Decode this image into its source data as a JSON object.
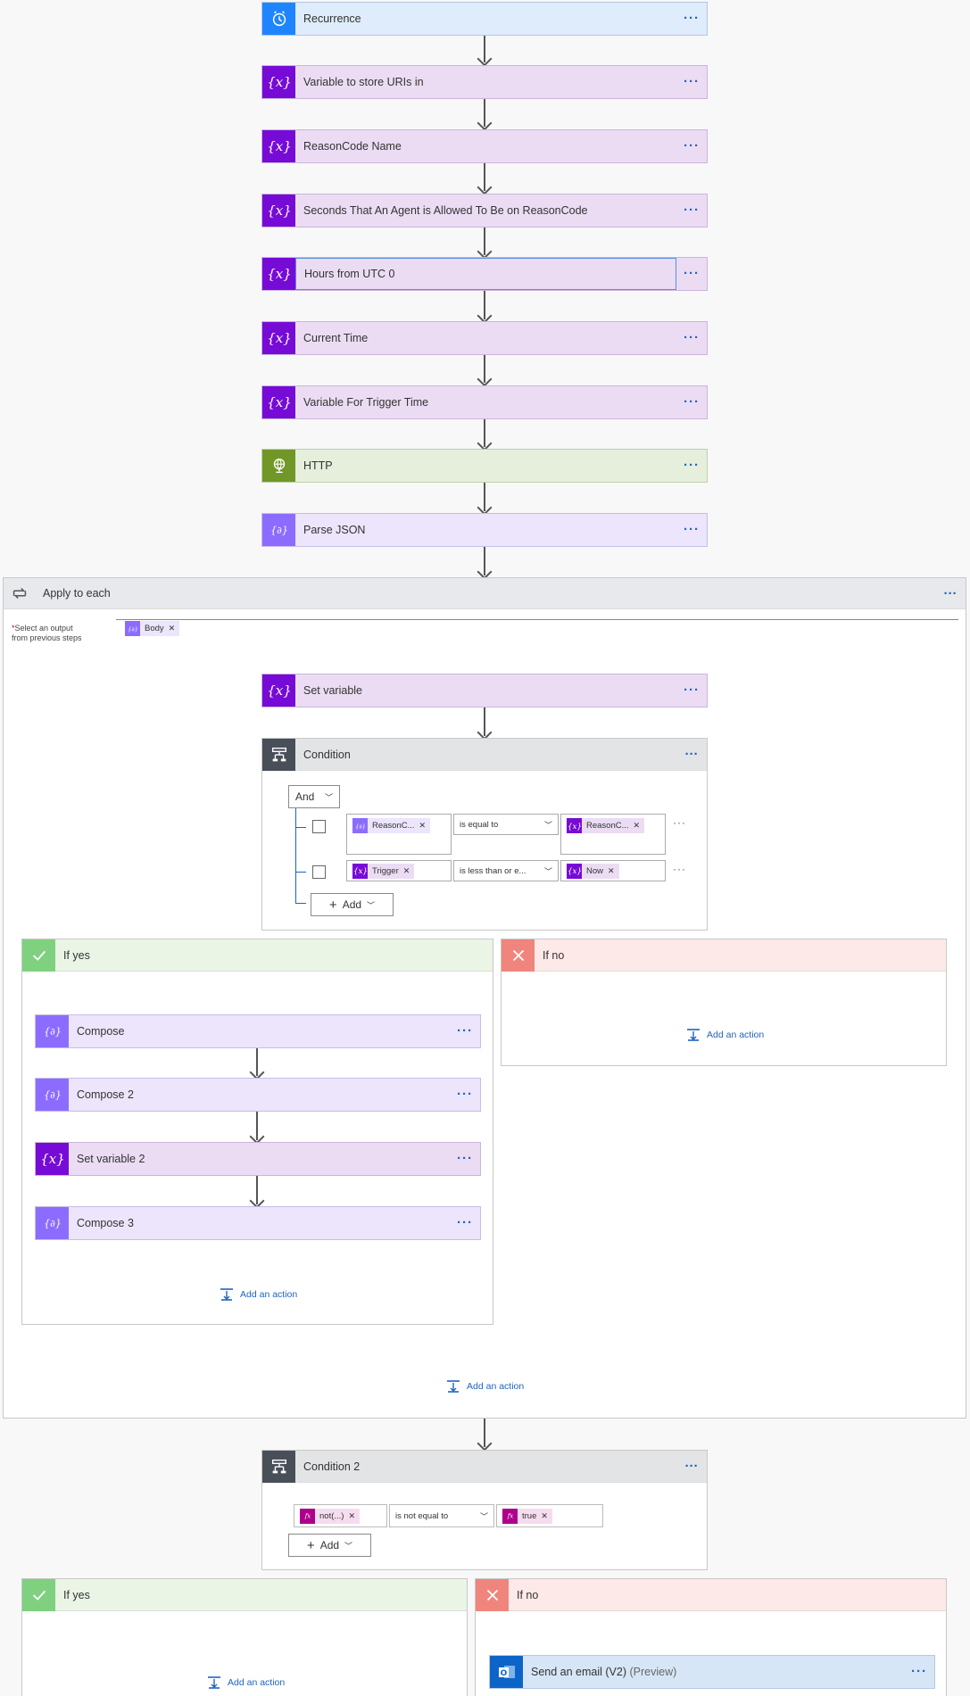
{
  "flow": {
    "steps": [
      {
        "title": "Recurrence",
        "icon": "alarm-clock-icon",
        "kind": "blue"
      },
      {
        "title": "Variable to store URIs in",
        "icon": "variable-icon",
        "kind": "var"
      },
      {
        "title": "ReasonCode Name",
        "icon": "variable-icon",
        "kind": "var"
      },
      {
        "title": "Seconds That An Agent is Allowed To Be on ReasonCode",
        "icon": "variable-icon",
        "kind": "var"
      },
      {
        "title": "Hours from UTC 0",
        "icon": "variable-icon",
        "kind": "var"
      },
      {
        "title": "Current Time",
        "icon": "variable-icon",
        "kind": "var"
      },
      {
        "title": "Variable For Trigger Time",
        "icon": "variable-icon",
        "kind": "var"
      },
      {
        "title": "HTTP",
        "icon": "globe-icon",
        "kind": "green"
      },
      {
        "title": "Parse JSON",
        "icon": "data-operation-icon",
        "kind": "cmp"
      }
    ],
    "more_label": "···"
  },
  "apply_to_each": {
    "title": "Apply to each",
    "select_label_required": "*",
    "select_label_line1": "Select an output",
    "select_label_line2": "from previous steps",
    "token": "Body",
    "set_variable": "Set variable",
    "add_action": "Add an action",
    "condition": {
      "title": "Condition",
      "operator": "And",
      "rows": [
        {
          "left": "ReasonC...",
          "op": "is equal to",
          "right": "ReasonC..."
        },
        {
          "left": "Trigger",
          "op": "is less than or e...",
          "right": "Now"
        }
      ],
      "add_label": "Add"
    },
    "if_yes": {
      "title": "If yes",
      "steps": [
        {
          "title": "Compose",
          "kind": "cmp"
        },
        {
          "title": "Compose 2",
          "kind": "cmp"
        },
        {
          "title": "Set variable 2",
          "kind": "var"
        },
        {
          "title": "Compose 3",
          "kind": "cmp"
        }
      ],
      "add_action": "Add an action"
    },
    "if_no": {
      "title": "If no",
      "add_action": "Add an action"
    }
  },
  "condition2": {
    "title": "Condition 2",
    "left": "not(...)",
    "op": "is not equal to",
    "right": "true",
    "add_label": "Add",
    "if_yes": {
      "title": "If yes",
      "add_action": "Add an action"
    },
    "if_no": {
      "title": "If no",
      "email_title": "Send an email (V2)",
      "email_suffix": "(Preview)"
    }
  },
  "colors": {
    "variable": "#770bd6",
    "compose": "#8c6cff",
    "recurrence": "#1f85ff",
    "http": "#709727",
    "condition": "#484f58",
    "yes": "#7fd17f",
    "no": "#f0857d",
    "link": "#1e63c2"
  }
}
